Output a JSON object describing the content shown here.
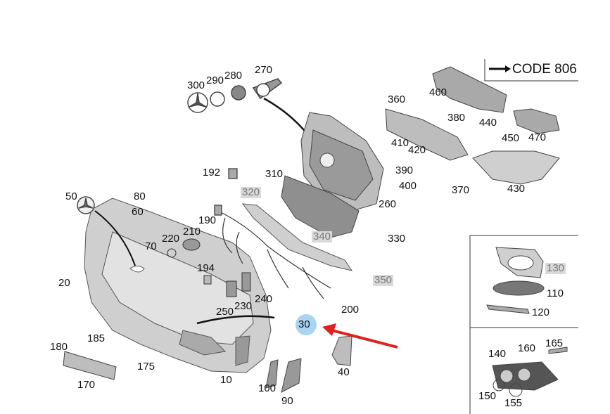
{
  "code_label": "CODE 806",
  "highlight": {
    "label": "30",
    "color": "#a9d4f2"
  },
  "arrow_color": "#e02020",
  "labels": {
    "l10": "10",
    "l20": "20",
    "l30": "30",
    "l40": "40",
    "l50": "50",
    "l60": "60",
    "l70": "70",
    "l80": "80",
    "l90": "90",
    "l100": "100",
    "l110": "110",
    "l120": "120",
    "l130": "130",
    "l140": "140",
    "l150": "150",
    "l155": "155",
    "l160": "160",
    "l165": "165",
    "l170": "170",
    "l175": "175",
    "l180": "180",
    "l185": "185",
    "l190": "190",
    "l192": "192",
    "l194": "194",
    "l200": "200",
    "l210": "210",
    "l220": "220",
    "l230": "230",
    "l240": "240",
    "l250": "250",
    "l260": "260",
    "l270": "270",
    "l280": "280",
    "l290": "290",
    "l300": "300",
    "l310": "310",
    "l320": "320",
    "l330": "330",
    "l340": "340",
    "l350": "350",
    "l360": "360",
    "l370": "370",
    "l380": "380",
    "l390": "390",
    "l400": "400",
    "l410": "410",
    "l420": "420",
    "l430": "430",
    "l440": "440",
    "l450": "450",
    "l460": "460",
    "l470": "470"
  }
}
